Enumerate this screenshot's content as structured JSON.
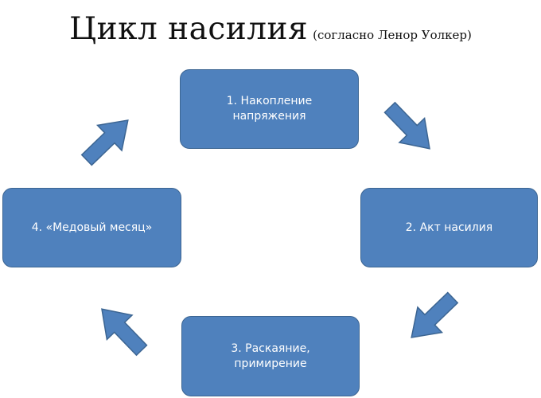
{
  "title": {
    "main": "Цикл насилия",
    "subtitle": "(согласно Ленор Уолкер)"
  },
  "nodes": [
    {
      "label": "1. Накопление\nнапряжения"
    },
    {
      "label": "2. Акт насилия"
    },
    {
      "label": "3. Раскаяние,\nпримирение"
    },
    {
      "label": "4. «Медовый месяц»"
    }
  ],
  "colors": {
    "box_fill": "#4f81bd",
    "box_border": "#3c6592",
    "arrow_fill": "#4f81bd",
    "title_text": "#111111",
    "box_text": "#ffffff"
  }
}
